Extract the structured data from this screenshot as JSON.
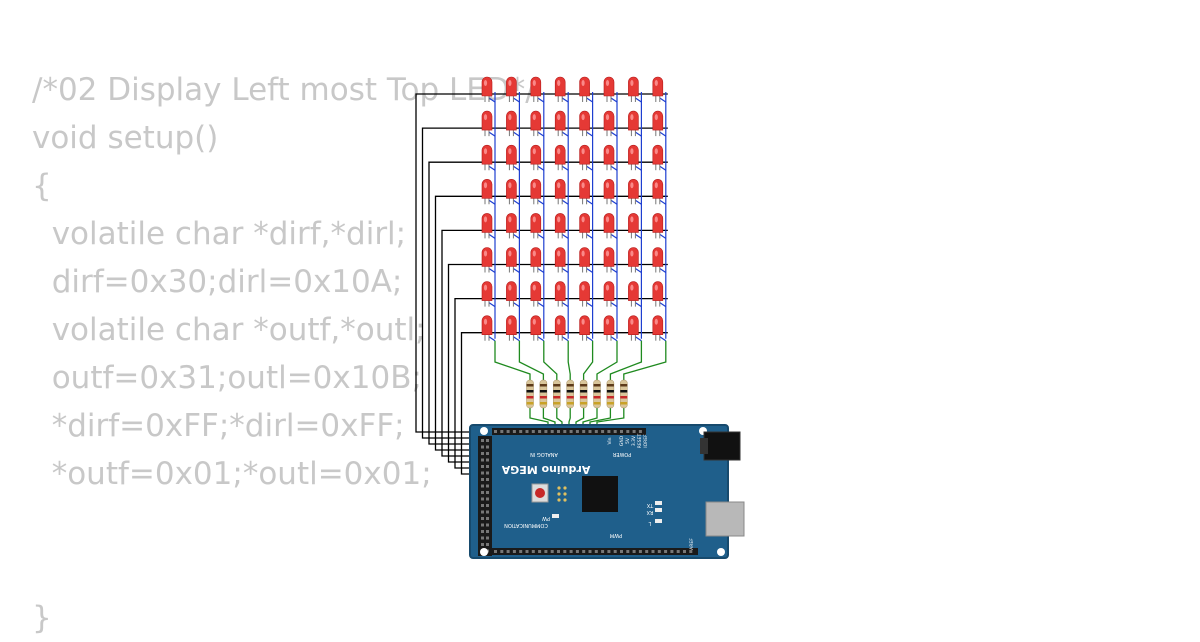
{
  "code": {
    "lines": [
      "/*02 Display Left most Top LED*/",
      "void setup()",
      "{",
      "  volatile char *dirf,*dirl;",
      "  dirf=0x30;dirl=0x10A;",
      "  volatile char *outf,*outl;",
      "  outf=0x31;outl=0x10B;",
      "  *dirf=0xFF;*dirl=0xFF;",
      "  *outf=0x01;*outl=0x01;",
      "",
      "",
      "}"
    ]
  },
  "circuit": {
    "led_matrix": {
      "rows": 8,
      "cols": 8,
      "led_color": "#e53935"
    },
    "resistors": {
      "count": 8
    },
    "board": {
      "name": "Arduino MEGA",
      "color": "#1f5f8b",
      "labels": {
        "analog_in": "ANALOG IN",
        "power": "POWER",
        "communication": "COMMUNICATION",
        "pwm": "PWM",
        "tx": "TX",
        "rx": "RX",
        "l": "L",
        "pwr": "PW",
        "ioref": "IOREF",
        "reset": "RESET",
        "v33": "3.3V",
        "v5": "5V",
        "gnd": "GND",
        "vin": "Vin",
        "aref": "AREF"
      }
    },
    "wire_colors": {
      "row": "#000000",
      "column": "#1e3fd0",
      "resistor": "#1f8a1f"
    }
  }
}
